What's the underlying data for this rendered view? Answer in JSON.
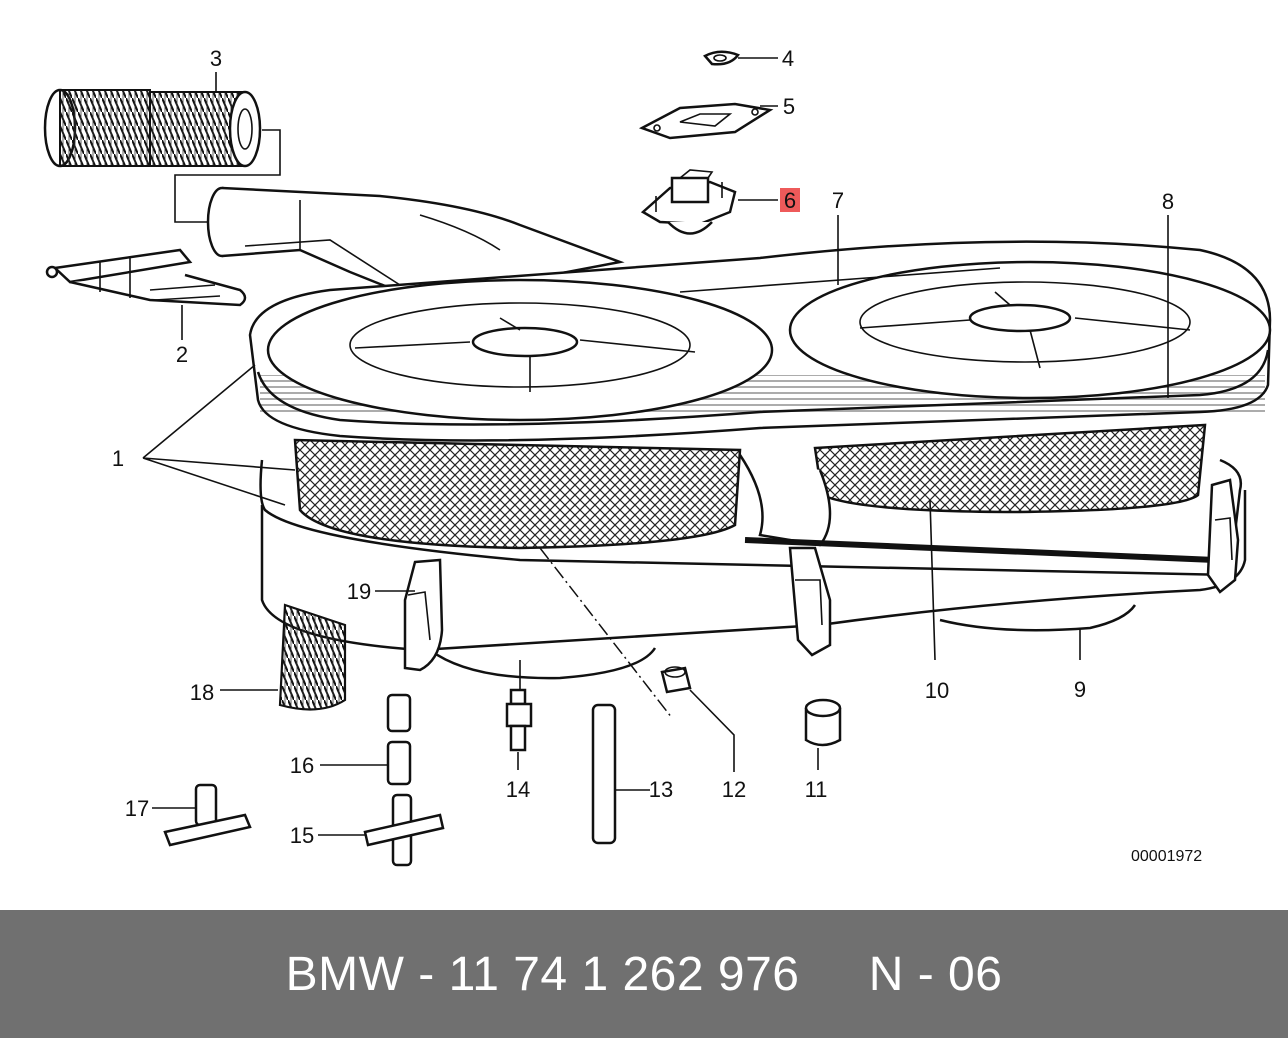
{
  "diagram": {
    "callouts": {
      "c1": "1",
      "c2": "2",
      "c3": "3",
      "c4": "4",
      "c5": "5",
      "c6": "6",
      "c7": "7",
      "c8": "8",
      "c9": "9",
      "c10": "10",
      "c11": "11",
      "c12": "12",
      "c13": "13",
      "c14": "14",
      "c15": "15",
      "c16": "16",
      "c17": "17",
      "c18": "18",
      "c19": "19"
    },
    "highlighted_callout": "6",
    "highlight_color": "#ee5a5a",
    "reference_code": "00001972"
  },
  "footer": {
    "brand": "BMW",
    "part_number": "11 74 1 262 976",
    "position_code": "N - 06",
    "background_color": "#707070",
    "text_color": "#ffffff"
  }
}
